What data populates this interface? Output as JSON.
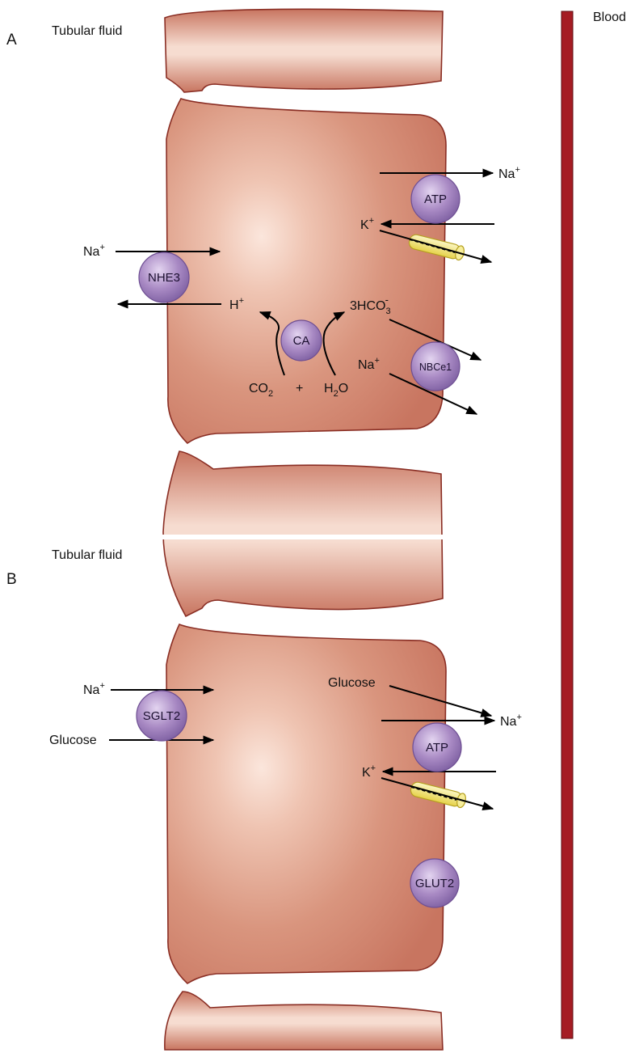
{
  "labels": {
    "panel_a": "A",
    "panel_b": "B",
    "tubular_fluid_a": "Tubular fluid",
    "tubular_fluid_b": "Tubular fluid",
    "blood": "Blood",
    "superscript_plus": "+",
    "superscript_minus": "-",
    "subscript_2": "2",
    "subscript_3": "3",
    "a": {
      "na_apical": "Na",
      "h": "H",
      "co2_prefix": "CO",
      "plus": "+",
      "h2o_h": "H",
      "h2o_o": "O",
      "hco3_prefix": "3HCO",
      "na_nbc": "Na",
      "na_atp": "Na",
      "k": "K"
    },
    "b": {
      "na_apical": "Na",
      "glucose_apical": "Glucose",
      "glucose_basal": "Glucose",
      "na_atp": "Na",
      "k": "K"
    }
  },
  "transporters": {
    "a": {
      "nhe3": "NHE3",
      "ca": "CA",
      "atp": "ATP",
      "nbce1": "NBCe1"
    },
    "b": {
      "sglt2": "SGLT2",
      "atp": "ATP",
      "glut2": "GLUT2"
    }
  },
  "colors": {
    "cell": "#cf8a74",
    "cell_highlight": "#f5dacd",
    "cell_outline": "#8a2e24",
    "transporter": "#a98ac4",
    "blood_vessel": "#a51c23",
    "channel": "#f2e56b"
  }
}
